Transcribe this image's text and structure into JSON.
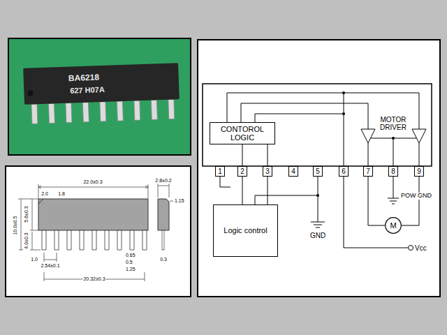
{
  "diagram": {
    "nodes": [
      {
        "text": [
          "CONTOROL LOGIC"
        ]
      },
      {
        "text": [
          "1"
        ]
      },
      {
        "text": [
          "2"
        ]
      },
      {
        "text": [
          "3"
        ]
      },
      {
        "text": [
          "4"
        ]
      },
      {
        "text": [
          "5"
        ]
      },
      {
        "text": [
          "6"
        ]
      },
      {
        "text": [
          "7"
        ]
      },
      {
        "text": [
          "8"
        ]
      },
      {
        "text": [
          "9"
        ]
      },
      {
        "text": [
          "Logic control"
        ]
      },
      {
        "text": [
          "M"
        ]
      }
    ],
    "edges": [
      {
        "from": 0,
        "to": 2,
        "arrow": "none"
      },
      {
        "from": 0,
        "to": 3,
        "arrow": "none"
      },
      {
        "from": 2,
        "to": 10,
        "arrow": "none"
      },
      {
        "from": 3,
        "to": 10,
        "arrow": "none"
      },
      {
        "from": 7,
        "to": 11,
        "arrow": "none"
      },
      {
        "from": 9,
        "to": 11,
        "arrow": "none"
      }
    ],
    "labels": [
      "BA6218",
      "627 H07A",
      "22.0±0.3",
      "2.0",
      "1.8",
      "10.0±0.5",
      "5.6±0.3",
      "1.0",
      "4.0±0.3",
      "2.54±0.1",
      "20.32±0.3",
      "0.65",
      "0.5",
      "1.25",
      "2.8±0.2",
      "1.15",
      "0.3",
      "MOTOR DRIVER",
      "GND",
      "POW GND",
      "Vcc"
    ]
  }
}
